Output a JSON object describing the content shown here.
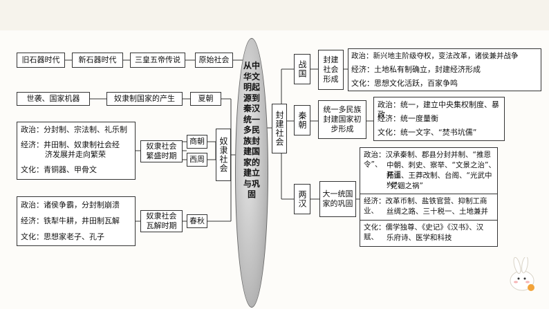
{
  "top_chain": [
    "旧石器时代",
    "新石器时代",
    "三皇五帝传说",
    "原始社会"
  ],
  "center_topic": "从中华文明起源到秦汉统一多民族封建国家的建立与巩固",
  "xia": {
    "left": "世袭、国家机器",
    "mid": "奴隶制国家的产生",
    "period": "夏朝"
  },
  "slave_society": "奴隶社会",
  "prosper": {
    "items": [
      "政治：分封制、宗法制、礼乐制",
      "经济：井田制、奴隶制社会经",
      "济发展并走向繁荣",
      "文化：青铜器、甲骨文"
    ],
    "stage": "奴隶社会繁盛时期",
    "periods": [
      "商朝",
      "西周"
    ]
  },
  "decline": {
    "items": [
      "政治：诸侯争霸，分封制崩溃",
      "经济：铁犁牛耕，井田制瓦解",
      "文化：思想家老子、孔子"
    ],
    "stage": "奴隶社会瓦解时期",
    "period": "春秋"
  },
  "feudal_society": "封建社会",
  "warring": {
    "name": "战国",
    "stage": "封建社会形成",
    "items": [
      "政治：新兴地主阶级夺权，变法改革，诸侯兼并战争",
      "经济：土地私有制确立，封建经济形成",
      "文化：思想文化活跃，百家争鸣"
    ]
  },
  "qin": {
    "name": "秦朝",
    "stage": "统一多民族封建国家初步形成",
    "items": [
      "政治：统一，建立中央集权制度、暴政",
      "经济：统一度量衡",
      "文化：统一文字、“焚书坑儒”"
    ]
  },
  "han": {
    "name": "两汉",
    "stage": "大一统国家的巩固",
    "politics": [
      "政治：汉承秦制、郡县分封并制、“推恩令”、",
      "中朝、刺史、察举、“文景之治”、开疆",
      "拓土、王莽改制、台阁、“光武中兴”、",
      "“党锢之祸”"
    ],
    "economy": [
      "经济：改革币制、盐铁官营、抑制工商业、",
      "丝绸之路、三十税一、土地兼并"
    ],
    "culture": [
      "文化：儒学独尊、《史记》《汉书》、汉赋、",
      "乐府诗、医学和科技"
    ]
  }
}
